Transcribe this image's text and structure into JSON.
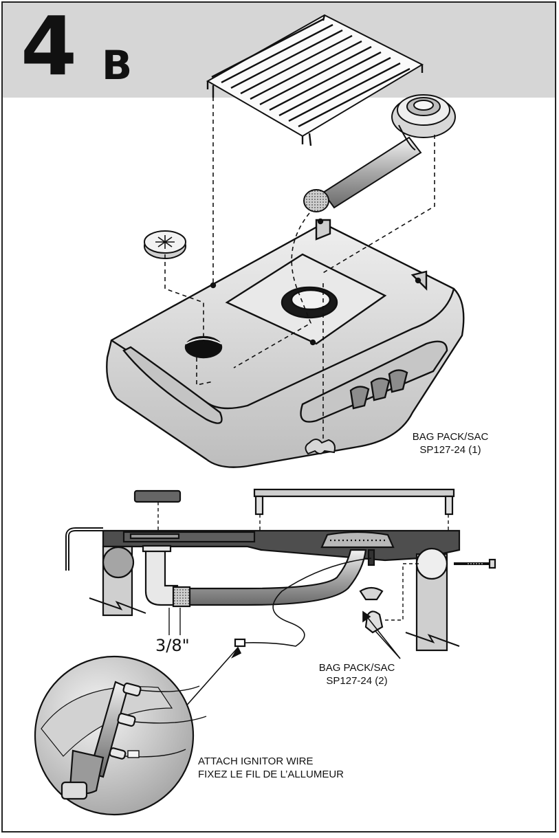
{
  "step": {
    "number": "4",
    "letter": "B"
  },
  "labels": {
    "bag_top_line1": "BAG PACK/SAC",
    "bag_top_line2": "SP127-24 (1)",
    "bag_bottom_line1": "BAG PACK/SAC",
    "bag_bottom_line2": "SP127-24 (2)",
    "dimension": "3/8\"",
    "attach_line1": "ATTACH IGNITOR WIRE",
    "attach_line2": "FIXEZ LE FIL DE L’ALLUMEUR"
  },
  "colors": {
    "header_band": "#d6d6d6",
    "outline": "#111111",
    "body_fill": "#e6e6e6",
    "dark_fill": "#555555",
    "detail_fill": "#bdbdbd"
  }
}
